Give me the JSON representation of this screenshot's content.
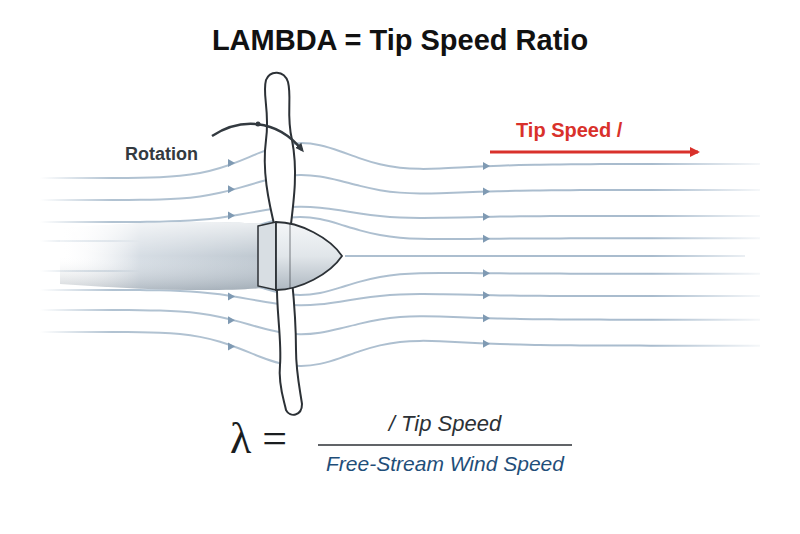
{
  "diagram": {
    "title": "LAMBDA = Tip Speed Ratio",
    "labels": [
      "Rotation",
      "Tip Speed /",
      "λ =",
      "/ Tip Speed",
      "Free-Stream Wind Speed"
    ]
  }
}
